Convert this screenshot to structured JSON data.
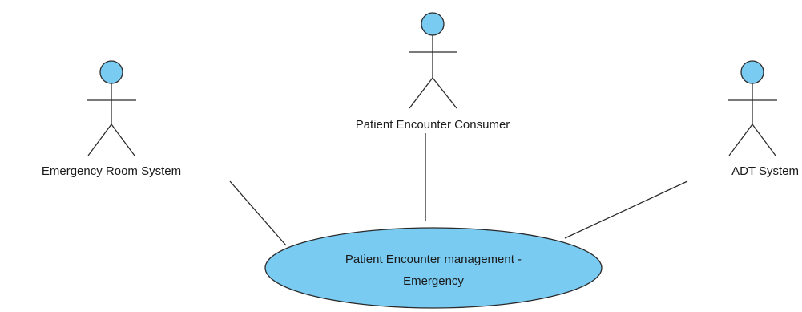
{
  "colors": {
    "actor_head_fill": "#79CBF2",
    "usecase_fill": "#79CBF2",
    "line": "#2b2b2b"
  },
  "actors": {
    "emergency_room_system": {
      "label": "Emergency Room System"
    },
    "patient_encounter_consumer": {
      "label": "Patient Encounter Consumer"
    },
    "adt_system": {
      "label": "ADT System"
    }
  },
  "usecase": {
    "line1": "Patient Encounter management -",
    "line2": "Emergency"
  }
}
